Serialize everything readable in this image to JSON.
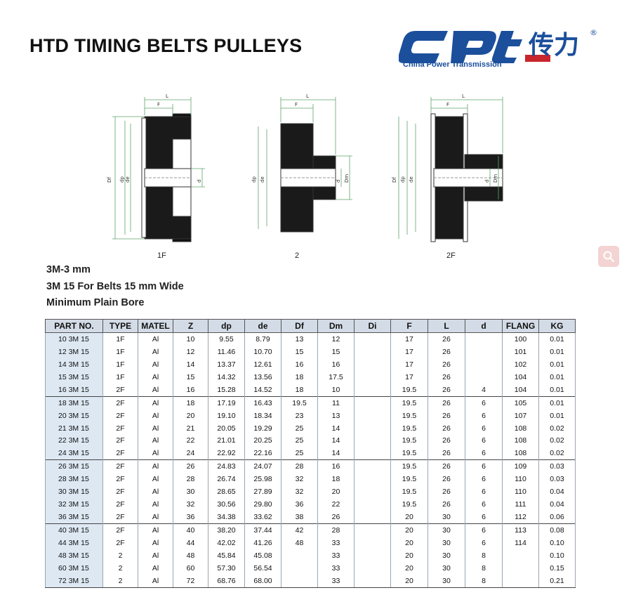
{
  "title": "HTD TIMING BELTS PULLEYS",
  "logo": {
    "mark": "CPT",
    "chinese": "传力",
    "registered": "®",
    "tagline": "China Power Transmission"
  },
  "drawings": [
    {
      "name": "1F",
      "dims": [
        "L",
        "F",
        "Df",
        "dp",
        "de",
        "d"
      ]
    },
    {
      "name": "2",
      "dims": [
        "L",
        "F",
        "dp",
        "de",
        "d",
        "Dm"
      ]
    },
    {
      "name": "2F",
      "dims": [
        "L",
        "F",
        "Df",
        "dp",
        "de",
        "d",
        "Dm"
      ]
    }
  ],
  "subtitle": {
    "line1": "3M-3 mm",
    "line2": "3M 15 For Belts 15 mm Wide",
    "line3": "Minimum Plain Bore"
  },
  "table": {
    "headers": [
      "PART NO.",
      "TYPE",
      "MATEL",
      "Z",
      "dp",
      "de",
      "Df",
      "Dm",
      "Di",
      "F",
      "L",
      "d",
      "FLANG",
      "KG"
    ],
    "groups": [
      [
        [
          "10 3M 15",
          "1F",
          "Al",
          "10",
          "9.55",
          "8.79",
          "13",
          "12",
          "",
          "17",
          "26",
          "",
          "100",
          "0.01"
        ],
        [
          "12 3M 15",
          "1F",
          "Al",
          "12",
          "11.46",
          "10.70",
          "15",
          "15",
          "",
          "17",
          "26",
          "",
          "101",
          "0.01"
        ],
        [
          "14 3M 15",
          "1F",
          "Al",
          "14",
          "13.37",
          "12.61",
          "16",
          "16",
          "",
          "17",
          "26",
          "",
          "102",
          "0.01"
        ],
        [
          "15 3M 15",
          "1F",
          "Al",
          "15",
          "14.32",
          "13.56",
          "18",
          "17.5",
          "",
          "17",
          "26",
          "",
          "104",
          "0.01"
        ],
        [
          "16 3M 15",
          "2F",
          "Al",
          "16",
          "15.28",
          "14.52",
          "18",
          "10",
          "",
          "19.5",
          "26",
          "4",
          "104",
          "0.01"
        ]
      ],
      [
        [
          "18 3M 15",
          "2F",
          "Al",
          "18",
          "17.19",
          "16.43",
          "19.5",
          "11",
          "",
          "19.5",
          "26",
          "6",
          "105",
          "0.01"
        ],
        [
          "20 3M 15",
          "2F",
          "Al",
          "20",
          "19.10",
          "18.34",
          "23",
          "13",
          "",
          "19.5",
          "26",
          "6",
          "107",
          "0.01"
        ],
        [
          "21 3M 15",
          "2F",
          "Al",
          "21",
          "20.05",
          "19.29",
          "25",
          "14",
          "",
          "19.5",
          "26",
          "6",
          "108",
          "0.02"
        ],
        [
          "22 3M 15",
          "2F",
          "Al",
          "22",
          "21.01",
          "20.25",
          "25",
          "14",
          "",
          "19.5",
          "26",
          "6",
          "108",
          "0.02"
        ],
        [
          "24 3M 15",
          "2F",
          "Al",
          "24",
          "22.92",
          "22.16",
          "25",
          "14",
          "",
          "19.5",
          "26",
          "6",
          "108",
          "0.02"
        ]
      ],
      [
        [
          "26 3M 15",
          "2F",
          "Al",
          "26",
          "24.83",
          "24.07",
          "28",
          "16",
          "",
          "19.5",
          "26",
          "6",
          "109",
          "0.03"
        ],
        [
          "28 3M 15",
          "2F",
          "Al",
          "28",
          "26.74",
          "25.98",
          "32",
          "18",
          "",
          "19.5",
          "26",
          "6",
          "110",
          "0.03"
        ],
        [
          "30 3M 15",
          "2F",
          "Al",
          "30",
          "28.65",
          "27.89",
          "32",
          "20",
          "",
          "19.5",
          "26",
          "6",
          "110",
          "0.04"
        ],
        [
          "32 3M 15",
          "2F",
          "Al",
          "32",
          "30.56",
          "29.80",
          "36",
          "22",
          "",
          "19.5",
          "26",
          "6",
          "111",
          "0.04"
        ],
        [
          "36 3M 15",
          "2F",
          "Al",
          "36",
          "34.38",
          "33.62",
          "38",
          "26",
          "",
          "20",
          "30",
          "6",
          "112",
          "0.06"
        ]
      ],
      [
        [
          "40 3M 15",
          "2F",
          "Al",
          "40",
          "38.20",
          "37.44",
          "42",
          "28",
          "",
          "20",
          "30",
          "6",
          "113",
          "0.08"
        ],
        [
          "44 3M 15",
          "2F",
          "Al",
          "44",
          "42.02",
          "41.26",
          "48",
          "33",
          "",
          "20",
          "30",
          "6",
          "114",
          "0.10"
        ],
        [
          "48 3M 15",
          "2",
          "Al",
          "48",
          "45.84",
          "45.08",
          "",
          "33",
          "",
          "20",
          "30",
          "8",
          "",
          "0.10"
        ],
        [
          "60 3M 15",
          "2",
          "Al",
          "60",
          "57.30",
          "56.54",
          "",
          "33",
          "",
          "20",
          "30",
          "8",
          "",
          "0.15"
        ],
        [
          "72 3M 15",
          "2",
          "Al",
          "72",
          "68.76",
          "68.00",
          "",
          "33",
          "",
          "20",
          "30",
          "8",
          "",
          "0.21"
        ]
      ]
    ]
  }
}
